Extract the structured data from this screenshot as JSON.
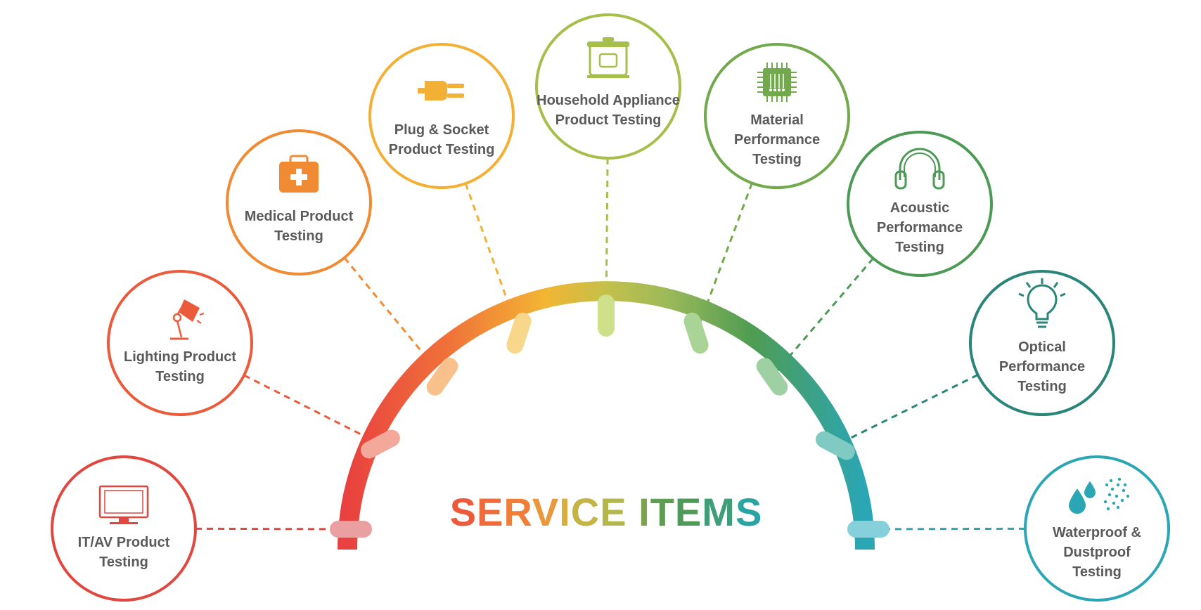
{
  "title": {
    "letters": [
      {
        "ch": "S",
        "color": "#ec5a3c"
      },
      {
        "ch": "E",
        "color": "#ef6b3a"
      },
      {
        "ch": "R",
        "color": "#f07e38"
      },
      {
        "ch": "V",
        "color": "#e9973a"
      },
      {
        "ch": "I",
        "color": "#d9ae3f"
      },
      {
        "ch": "C",
        "color": "#c4b446"
      },
      {
        "ch": "E",
        "color": "#b4b84c"
      },
      {
        "ch": " ",
        "color": "#ffffff"
      },
      {
        "ch": "I",
        "color": "#7aa34e"
      },
      {
        "ch": "T",
        "color": "#5f9e52"
      },
      {
        "ch": "E",
        "color": "#4f9a5a"
      },
      {
        "ch": "M",
        "color": "#3f9d7a"
      },
      {
        "ch": "S",
        "color": "#2aa3a3"
      }
    ]
  },
  "services": [
    {
      "id": "itav",
      "lines": [
        "IT/AV Product",
        "Testing"
      ],
      "color": "#e2473f",
      "connector": "#eaa0a0",
      "icon": "monitor-icon"
    },
    {
      "id": "lighting",
      "lines": [
        "Lighting Product",
        "Testing"
      ],
      "color": "#ec5a3c",
      "connector": "#f4a89a",
      "icon": "desk-lamp-icon"
    },
    {
      "id": "medical",
      "lines": [
        "Medical Product",
        "Testing"
      ],
      "color": "#f08a33",
      "connector": "#f8c08a",
      "icon": "medical-kit-icon"
    },
    {
      "id": "plug",
      "lines": [
        "Plug & Socket",
        "Product Testing"
      ],
      "color": "#f2b136",
      "connector": "#f8d68a",
      "icon": "plug-icon"
    },
    {
      "id": "household",
      "lines": [
        "Household Appliance",
        "Product Testing"
      ],
      "color": "#a6bf4a",
      "connector": "#cfe08a",
      "icon": "rice-cooker-icon"
    },
    {
      "id": "material",
      "lines": [
        "Material",
        "Performance",
        "Testing"
      ],
      "color": "#72a94c",
      "connector": "#a9d496",
      "icon": "chip-icon"
    },
    {
      "id": "acoustic",
      "lines": [
        "Acoustic",
        "Performance",
        "Testing"
      ],
      "color": "#4c9a55",
      "connector": "#9fd0a3",
      "icon": "headphones-icon"
    },
    {
      "id": "optical",
      "lines": [
        "Optical",
        "Performance",
        "Testing"
      ],
      "color": "#2a8579",
      "connector": "#7fcac2",
      "icon": "light-bulb-icon"
    },
    {
      "id": "waterproof",
      "lines": [
        "Waterproof &",
        "Dustproof",
        "Testing"
      ],
      "color": "#2aa6b5",
      "connector": "#86d0dc",
      "icon": "water-dust-icon"
    }
  ]
}
